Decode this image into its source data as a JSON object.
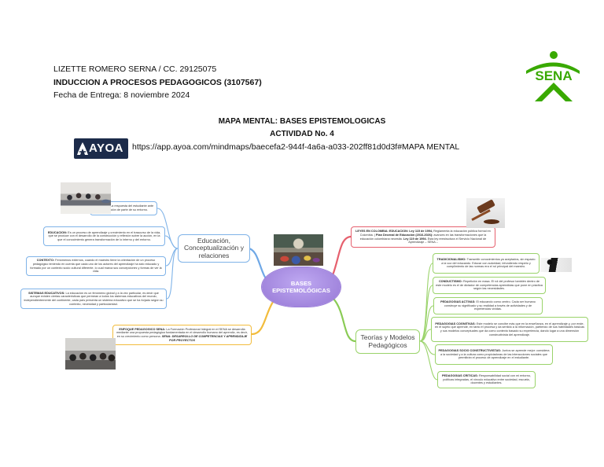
{
  "header": {
    "author_line": "LIZETTE ROMERO SERNA / CC. 29125075",
    "course_line": "INDUCCION A PROCESOS PEDAGOGICOS (3107567)",
    "date_line": "Fecha de Entrega: 8 noviembre 2024"
  },
  "sena_logo": {
    "text": "SENA",
    "icon": "sena-logo",
    "color": "#39A900"
  },
  "title": {
    "main": "MAPA MENTAL: BASES EPISTEMOLOGICAS",
    "activity": "ACTIVIDAD No. 4"
  },
  "ayoa": {
    "logo_text": "AYOA",
    "icon": "ayoa-logo-icon",
    "color": "#1C2B4A",
    "url": "https://app.ayoa.com/mindmaps/baecefa2-944f-4a6a-a033-202ff81d0d3f#MAPA MENTAL"
  },
  "mindmap": {
    "central": {
      "label": "BASES EPISTEMOLÓGICAS",
      "color": "#A68BE0"
    },
    "educacion": {
      "label": "Educación, Conceptualización y relaciones",
      "color": "#7FB3E8",
      "items": [
        {
          "term": "ENTORNO:",
          "text": "La respuesta del estudiante ante la Educación de parte de su entorno."
        },
        {
          "term": "EDUCACION:",
          "text": "Es un proceso de aprendizaje y crecimiento en el trascurso de la vida, que se produce con el desarrollo de la construcción y reflexión sobre la acción, en la que el conocimiento genera transformación de lo interno y del entorno."
        },
        {
          "term": "CONTEXTO:",
          "text": "Fenómenos externos, cuando el maestro tiene la orientación de un proceso pedagógico teniendo en cuenta que cada uno de los actores del aprendizaje ha sido educado y formado por un contexto socio cultural diferente, lo cual marca sus concepciones y formas de ver la vida."
        },
        {
          "term": "SISTEMAS EDUCATIVOS:",
          "text": "La educación es un fenómeno global y a la vez particular, es decir que aunque existen ciertas características que permean a todos los sistemas educativos del mundo, independientemente del continente, cada país presenta un sistema educativo que se ha forjado según su contexto, necesidad y particularidad."
        }
      ]
    },
    "enfoque": {
      "color": "#F2BC3C",
      "term": "ENFOQUE PEDAGOGICO SENA:",
      "text": "La Formación Profesional Integral en el SENA se desarrolla mediante una propuesta pedagógica fundamentada en el desarrollo humano del aprendiz, es decir, en su crecimiento como persona.",
      "term2": "SENA: DESARROLLO DE COMPETENCIAS Y APRENDIZAJE POR PROYECTOS"
    },
    "leyes": {
      "color": "#E6606E",
      "term": "LEYES EN COLOMBIA: EDUCACION: Ley 115 de 1994,",
      "text": "Reglamenta la educación pública formal en Colombia. |",
      "term2": "Plan Decenal de Educación (2016-2026):",
      "text2": "avances en las transformaciones que la educación colombiana necesita.",
      "term3": "Ley 119 de 1994.",
      "text3": "Esta ley reestructura el Servicio Nacional de Aprendizaje – SENA –"
    },
    "teorias": {
      "label": "Teorías y Modelos Pedagógicos",
      "color": "#9AD36A",
      "items": [
        {
          "term": "TRADICIONALISMO:",
          "text": "Transmitir conocimientos ya aceptados, sin espacio a la voz del educando. Educar con autoridad, infundiendo respeto y cumplimiento de las normas era el rol principal del maestro."
        },
        {
          "term": "CONDUCTISMO:",
          "text": "Repetición en masa. El rol del profesor también dentro de este modelo es el de dictador de competencias aprendidas que pone en práctica según las necesidades."
        },
        {
          "term": "PEDAGOGIAS ACTIVAS:",
          "text": "El educando como centro. Cada ser humano construye su significado y su realidad a través de actividades y de experiencias vividas."
        },
        {
          "term": "PEDAGOGIAS COGNITIVAS:",
          "text": "Este modelo se concibe más que en la enseñanza, en el aprendizaje y, por ende, en el sujeto que aprende, en tanto él procesa y da sentido a la información, partiendo de sus habilidades básicas y sus modelos conceptuales que da como contexto basado su experiencia, dando lugar a una dimensión constructivista del aprendizaje."
        },
        {
          "term": "PEDAGOGIAS SOCIO CONSTRUCTIVISTAS:",
          "text": "Juntos se aprende mejor: considera a la sociedad y a la cultura como propiciadoras de las interacciones sociales que permitirán el proceso de aprendizaje en el estudiante."
        },
        {
          "term": "PEDAGOGIAS CRITICAS:",
          "text": "Responsabilidad social con mi entorno, políticas integradas, el vínculo educativo entre sociedad, escuela, docentes y estudiantes."
        }
      ]
    }
  }
}
